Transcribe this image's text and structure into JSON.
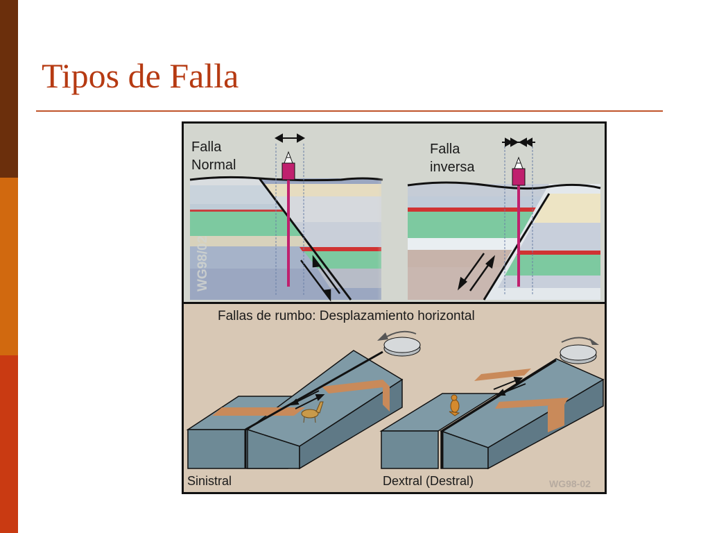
{
  "slide": {
    "title": "Tipos de Falla"
  },
  "figure": {
    "normal_label_line1": "Falla",
    "normal_label_line2": "Normal",
    "reverse_label_line1": "Falla",
    "reverse_label_line2": "inversa",
    "watermark_top": "WG98/02",
    "strike_slip_heading": "Fallas de rumbo: Desplazamiento horizontal",
    "sinistral_label": "Sinistral",
    "dextral_label": "Dextral (Destral)",
    "watermark_bottom": "WG98-02"
  },
  "colors": {
    "title": "#b63a12",
    "bar_top": "#6b2f0c",
    "bar_middle": "#d1690f",
    "bar_bottom": "#c93a12",
    "block_gray": "#6e8a96",
    "offset_band": "#c98a5a",
    "well_magenta": "#c0206e"
  },
  "icons": [
    "divergent-arrows-icon",
    "convergent-arrows-icon",
    "drill-rig-icon",
    "rotation-arrow-icon",
    "llama-icon",
    "kangaroo-icon"
  ]
}
